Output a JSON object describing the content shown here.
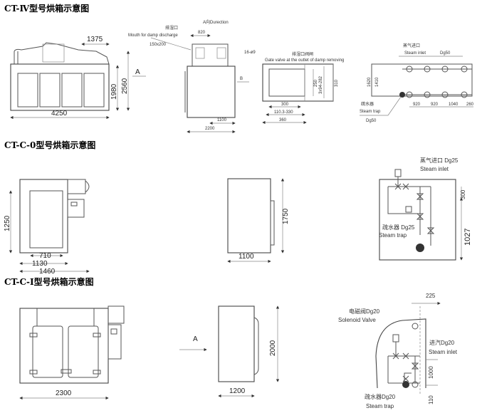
{
  "sections": [
    {
      "title": "CT-Ⅳ型号烘箱示意图",
      "front": {
        "dims": {
          "width": "4250",
          "top": "1375",
          "height_box": "1980",
          "height_total": "2560"
        },
        "arrow": "A"
      },
      "side": {
        "label_cn": "排湿口",
        "label_en": "Mouth for damp discharge",
        "size": "150x200",
        "direction": "A向Durection",
        "d820": "820",
        "d1100": "1100",
        "d2200": "2200"
      },
      "gate": {
        "holes": "16-ø9",
        "label_cn": "排湿口阀闸",
        "label_en": "Gate valve at the outlet of damp removing",
        "arrow": "B",
        "d300": "300",
        "d110": "110.3-330",
        "d360": "360",
        "d250": "250",
        "d3x94": "3x94-282",
        "d310": "310"
      },
      "steam": {
        "inlet_cn": "蒸气进口",
        "inlet_en": "Steam inlet",
        "inlet_size": "Dg50",
        "trap_cn": "疏水器",
        "trap_en": "Steam trap",
        "trap_size": "Dg50",
        "d1620": "1620",
        "d1410": "1410",
        "spacing": [
          "920",
          "920",
          "1040",
          "260"
        ]
      }
    },
    {
      "title": "CT-C-0型号烘箱示意图",
      "front": {
        "d1250": "1250",
        "d710": "710",
        "d1130": "1130",
        "d1460": "1460"
      },
      "side": {
        "d1750": "1750",
        "d1100": "1100"
      },
      "steam": {
        "inlet": "蒸气进口 Dg25",
        "inlet_en": "Steam inlet",
        "d300": "300",
        "d1027": "1027",
        "trap": "疏水器 Dg25",
        "trap_en": "Steam trap"
      }
    },
    {
      "title": "CT-C-Ⅰ型号烘箱示意图",
      "front": {
        "d2300": "2300"
      },
      "side": {
        "arrow": "A",
        "d2000": "2000",
        "d1200": "1200"
      },
      "steam": {
        "valve": "电磁阀Dg20",
        "valve_en": "Solenoid Valve",
        "inlet": "进汽Dg20",
        "inlet_en": "Steam inlet",
        "d225": "225",
        "d1000": "1000",
        "d110": "110",
        "trap": "疏水器Dg20",
        "trap_en": "Steam trap"
      }
    }
  ]
}
